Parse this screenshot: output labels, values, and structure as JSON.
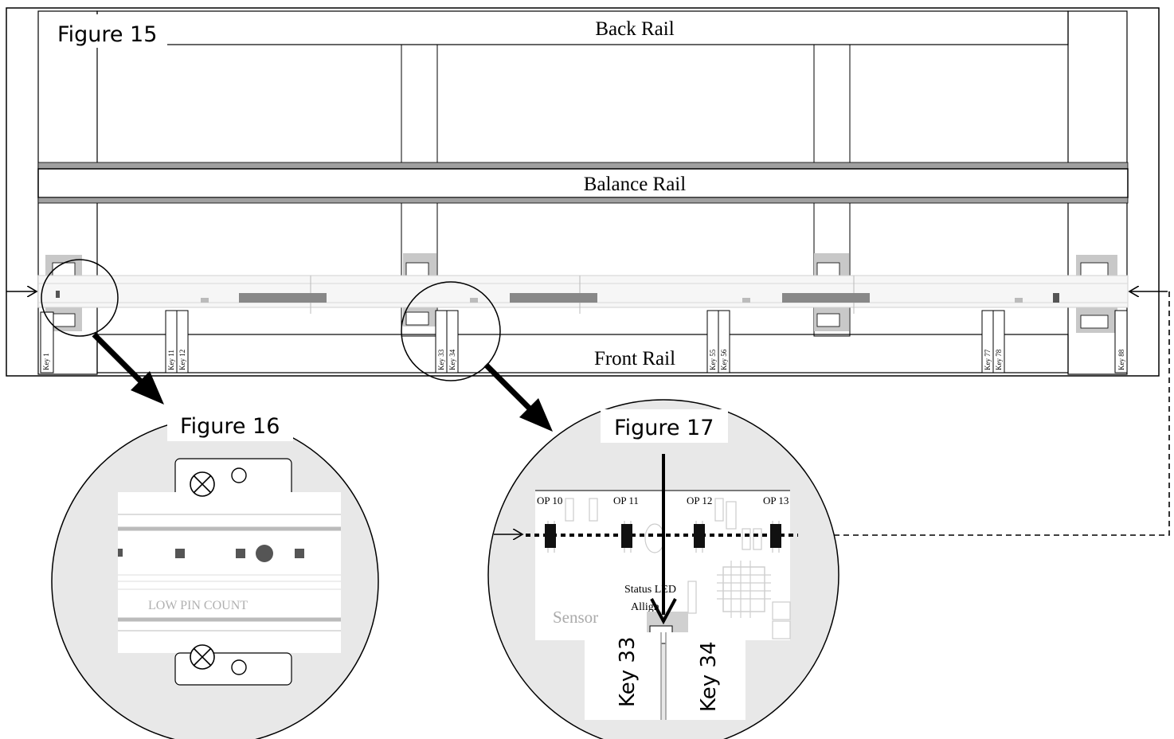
{
  "figure15": {
    "title": "Figure 15",
    "back_rail": "Back Rail",
    "balance_rail": "Balance Rail",
    "front_rail": "Front Rail",
    "keys": [
      "Key 1",
      "Key 11",
      "Key 12",
      "Key 33",
      "Key 34",
      "Key 55",
      "Key 56",
      "Key 77",
      "Key 78",
      "Key 88"
    ]
  },
  "figure16": {
    "title": "Figure 16",
    "board_text": "LOW PIN COUNT"
  },
  "figure17": {
    "title": "Figure 17",
    "op_labels": [
      "OP 10",
      "OP 11",
      "OP 12",
      "OP 13"
    ],
    "status_line1": "Status LED",
    "status_line2": "Allign",
    "sensor_text": "Sensor",
    "key_left": "Key 33",
    "key_right": "Key 34"
  }
}
